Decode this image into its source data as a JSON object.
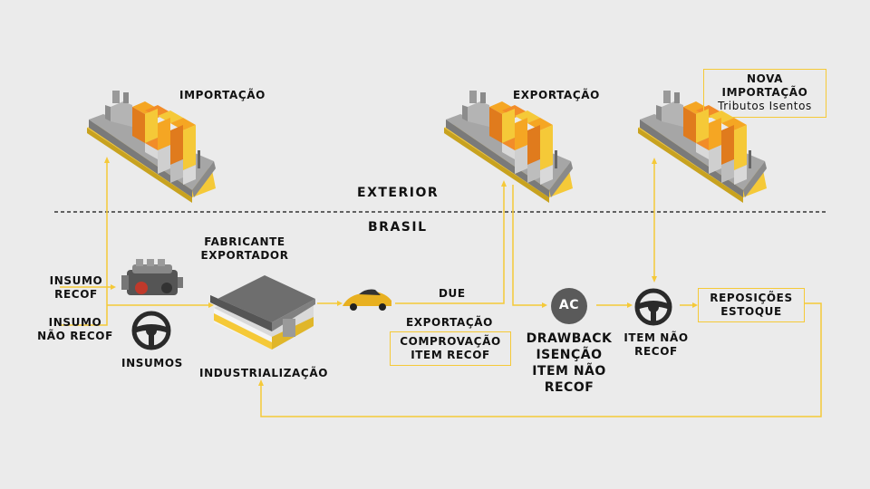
{
  "labels": {
    "importacao": "IMPORTAÇÃO",
    "exportacao_top": "EXPORTAÇÃO",
    "nova_importacao": [
      "NOVA",
      "IMPORTAÇÃO",
      "Tributos Isentos"
    ],
    "exterior": "EXTERIOR",
    "brasil": "BRASIL",
    "fabricante": [
      "FABRICANTE",
      "EXPORTADOR"
    ],
    "insumo_recof": [
      "INSUMO",
      "RECOF"
    ],
    "insumo_nao_recof": [
      "INSUMO",
      "NÃO RECOF"
    ],
    "insumos": "INSUMOS",
    "industrializacao": "INDUSTRIALIZAÇÃO",
    "due": "DUE",
    "exportacao_mid": "EXPORTAÇÃO",
    "comprovacao": [
      "COMPROVAÇÃO",
      "ITEM RECOF"
    ],
    "ac_badge": "AC",
    "drawback": [
      "DRAWBACK",
      "ISENÇÃO",
      "ITEM NÃO",
      "RECOF"
    ],
    "item_nao_recof": [
      "ITEM NÃO",
      "RECOF"
    ],
    "reposicoes": [
      "REPOSIÇÕES",
      "ESTOQUE"
    ]
  },
  "colors": {
    "background": "#ebebeb",
    "connector": "#f5c938",
    "text": "#111111",
    "ac_badge": "#5a5a5a"
  },
  "icons": [
    "container-ship-icon",
    "engine-icon",
    "steering-wheel-icon",
    "factory-icon",
    "sports-car-icon"
  ]
}
